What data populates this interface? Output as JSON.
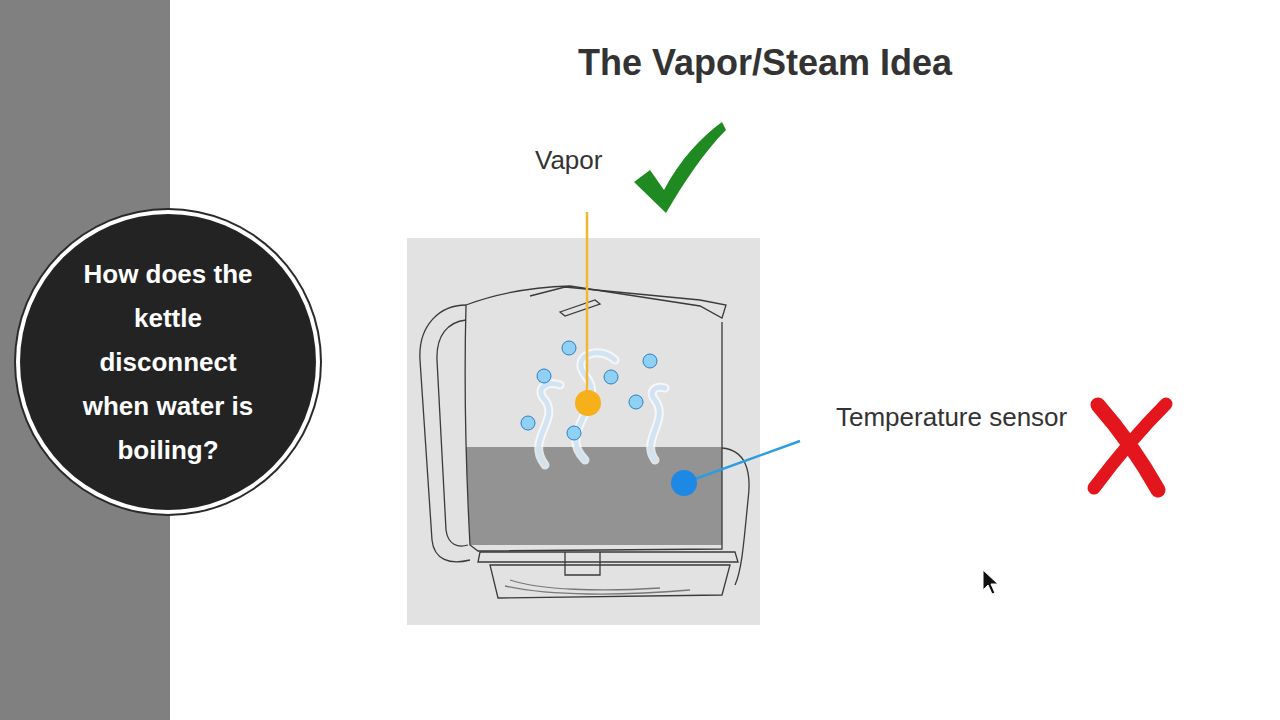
{
  "diagram": {
    "title": "The Vapor/Steam Idea",
    "nodes": [
      {
        "text": [
          "How does the kettle disconnect when water is boiling?"
        ]
      }
    ],
    "labels": [
      "Vapor",
      "Temperature sensor"
    ]
  }
}
